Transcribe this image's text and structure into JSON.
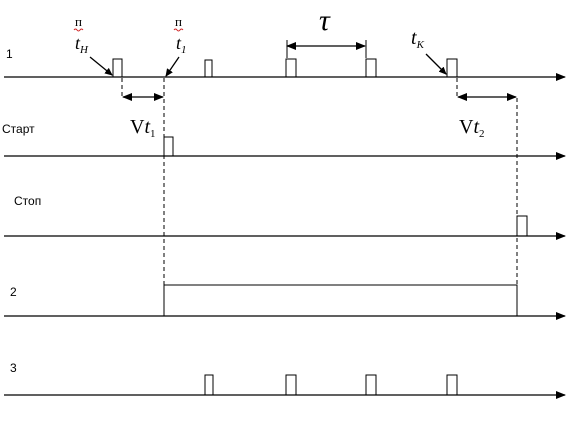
{
  "rows": [
    {
      "id": "row-1",
      "label": "1"
    },
    {
      "id": "row-start",
      "label": "Старт"
    },
    {
      "id": "row-stop",
      "label": "Стоп"
    },
    {
      "id": "row-2",
      "label": "2"
    },
    {
      "id": "row-3",
      "label": "3"
    }
  ],
  "annotations": {
    "tau": "τ",
    "t_n_mark": "п",
    "t_n_base": "t",
    "t_n_sub": "Н",
    "t_1_mark": "п",
    "t_1_base": "t",
    "t_1_sub": "1",
    "t_k_base": "t",
    "t_k_sub": "К",
    "dt1_prefix": "V",
    "dt1_base": "t",
    "dt1_sub": "1",
    "dt2_prefix": "V",
    "dt2_base": "t",
    "dt2_sub": "2"
  }
}
